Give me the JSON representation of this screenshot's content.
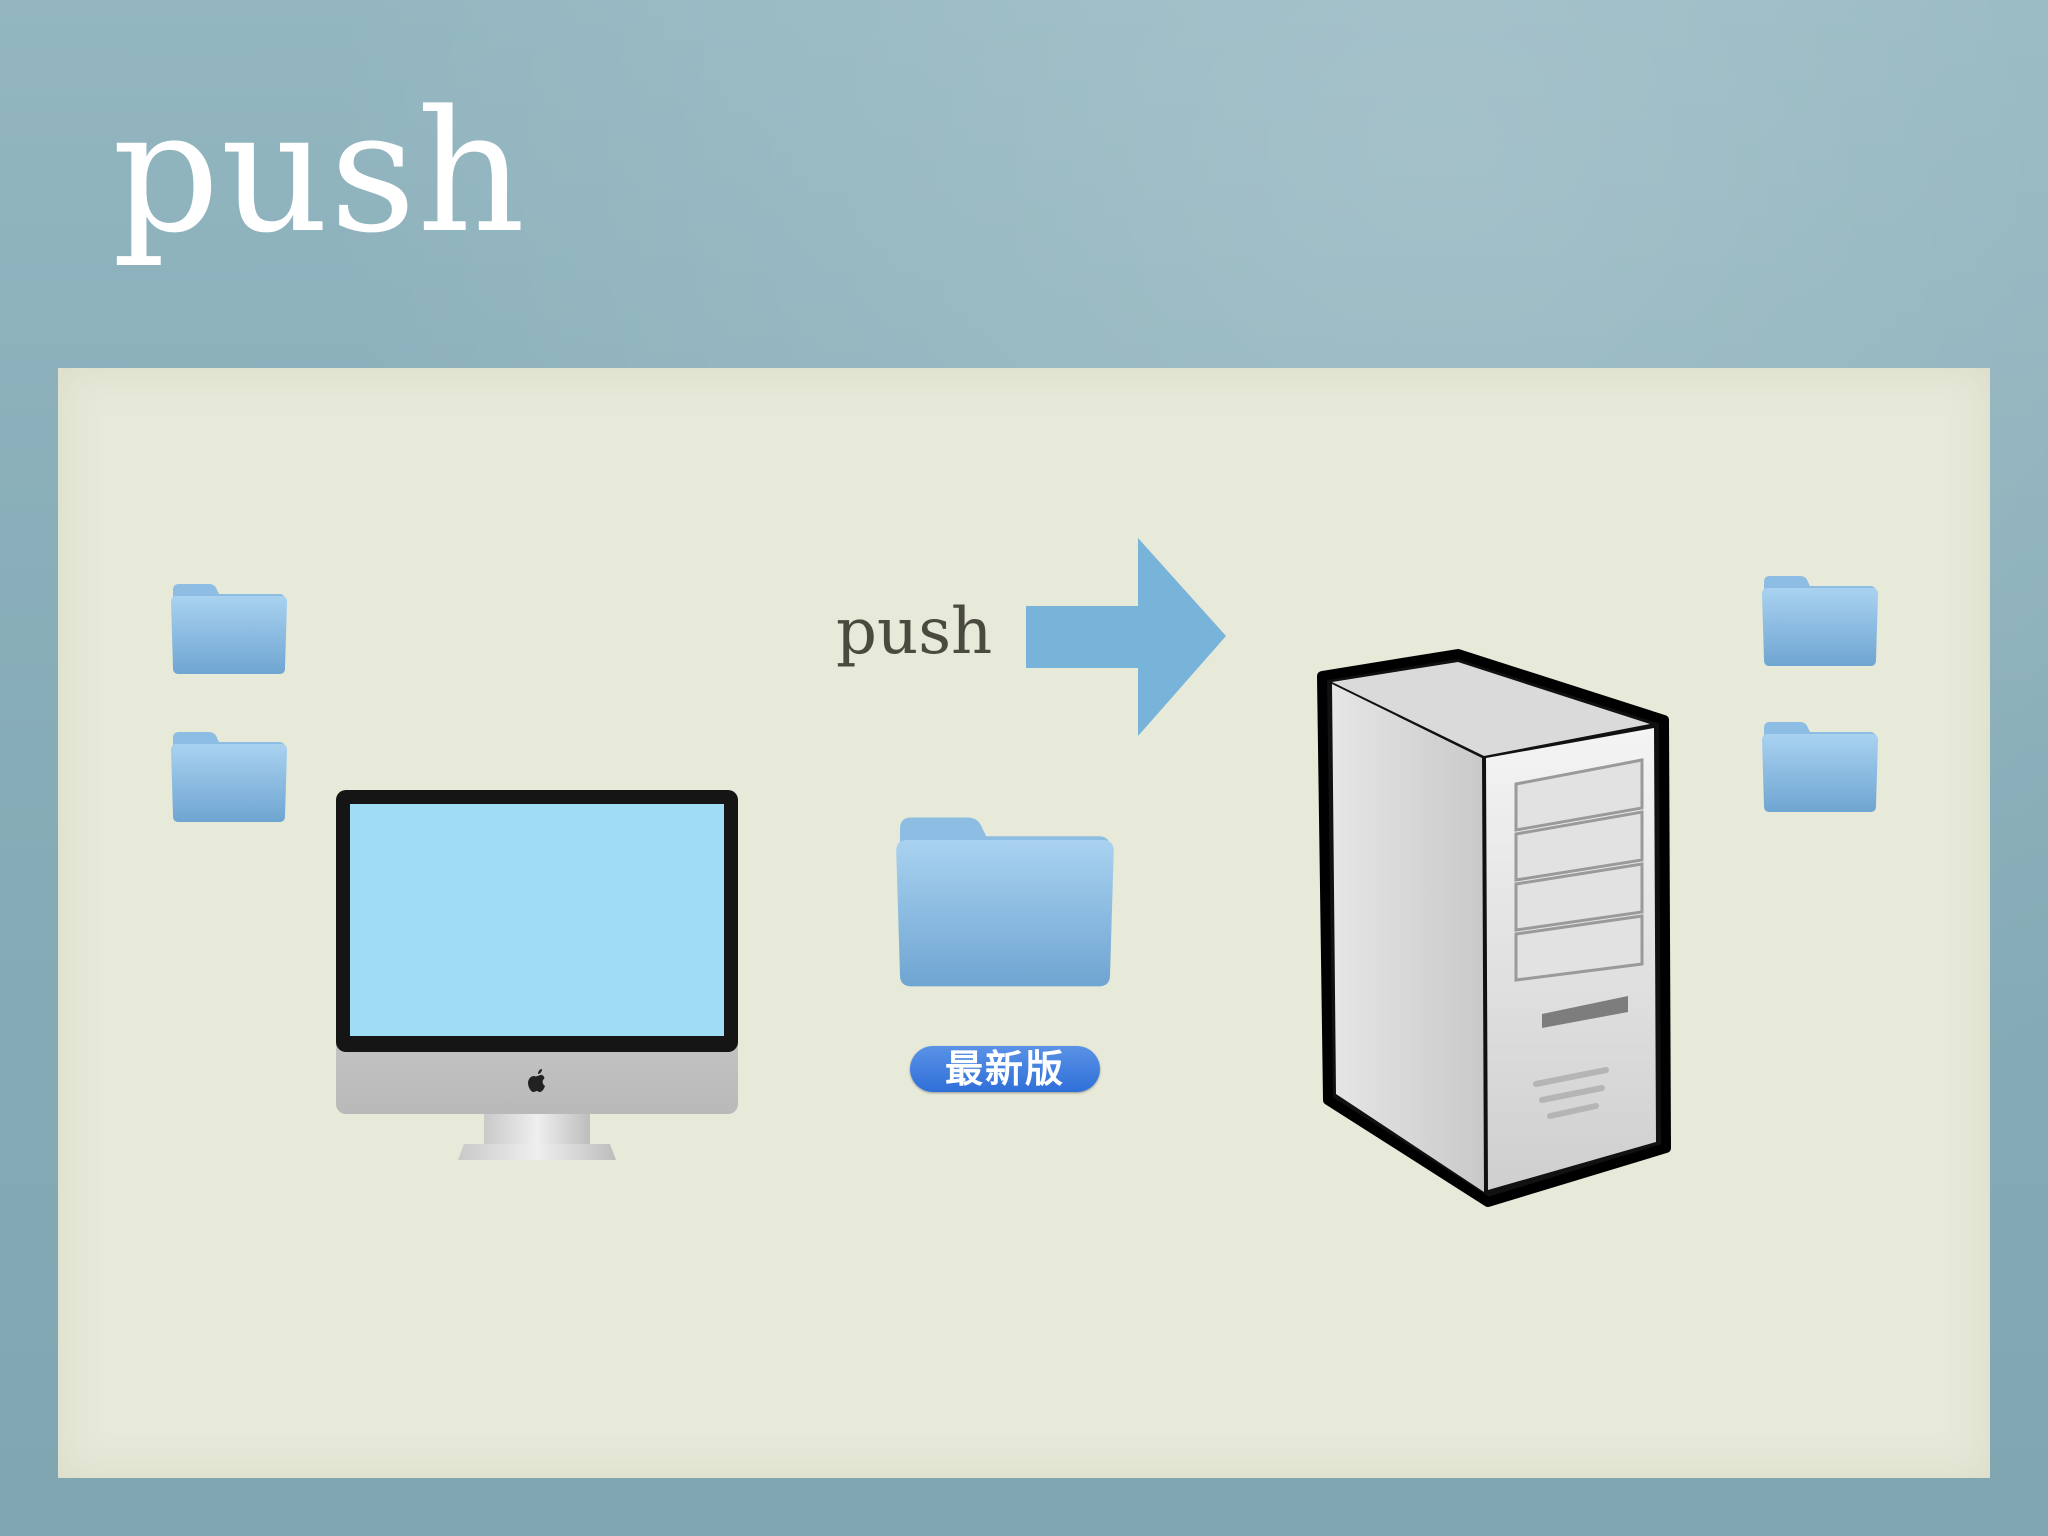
{
  "slide": {
    "title": "push"
  },
  "diagram": {
    "arrow_label": "push",
    "badge_label": "最新版",
    "icons": {
      "local_computer": "imac-computer-icon",
      "remote_server": "server-tower-icon",
      "folder": "folder-icon",
      "arrow": "right-arrow-icon",
      "logo": "apple-logo-icon"
    },
    "colors": {
      "background": "#8aaeb9",
      "panel": "#e7e9d9",
      "folder": "#8fbfe4",
      "arrow": "#78b3da",
      "screen": "#9fdcf5",
      "badge": "#3b7be0",
      "title": "#ffffff",
      "label": "#4a4a3e"
    }
  }
}
